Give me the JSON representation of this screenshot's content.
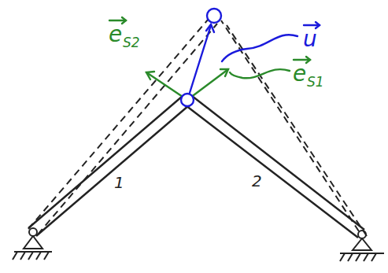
{
  "diagram": {
    "labels": [
      "e",
      "S2",
      "u",
      "e",
      "S1",
      "1",
      "2"
    ]
  }
}
